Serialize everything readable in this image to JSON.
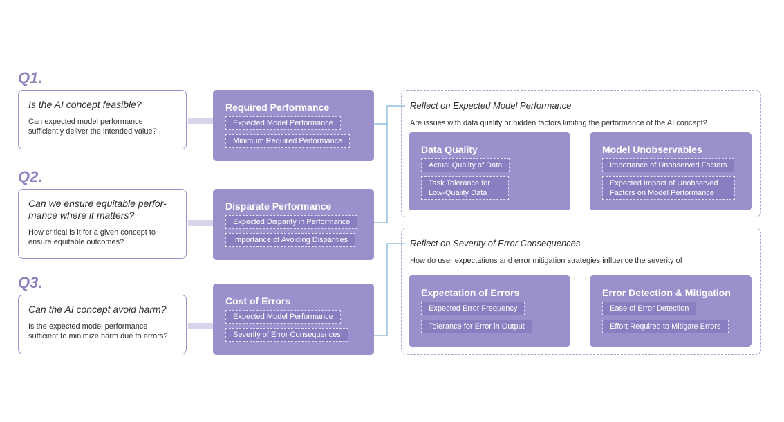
{
  "questions": [
    {
      "label": "Q1.",
      "question": "Is the AI concept feasible?",
      "description": "Can expected model performance sufficiently deliver the intended value?"
    },
    {
      "label": "Q2.",
      "question": "Can we ensure equitable perfor-mance where it matters?",
      "description": "How critical is it for a given concept to ensure equitable outcomes?"
    },
    {
      "label": "Q3.",
      "question": "Can the AI concept avoid harm?",
      "description": "Is the expected model performance sufficient to minimize harm due to errors?"
    }
  ],
  "performance_boxes": [
    {
      "title": "Required Performance",
      "tags": [
        "Expected Model Performance",
        "Minimum Required Performance"
      ]
    },
    {
      "title": "Disparate Performance",
      "tags": [
        "Expected Disparity in Performance",
        "Importance of Avoiding Disparities"
      ]
    },
    {
      "title": "Cost of Errors",
      "tags": [
        "Expected Model Performance",
        "Severity of Error Consequences"
      ]
    }
  ],
  "reflections": [
    {
      "title_prefix": "Reflect on ",
      "title_focus": "Expected Model Performance",
      "subtitle": "Are issues with data quality or hidden factors limiting the performance of the AI concept?",
      "boxes": [
        {
          "title": "Data Quality",
          "tags": [
            "Actual Quality of Data",
            "Task Tolerance for Low-Quality Data"
          ]
        },
        {
          "title": "Model Unobservables",
          "tags": [
            "Importance of Unobserved Factors",
            "Expected Impact of Unobserved Factors on Model Performance"
          ]
        }
      ]
    },
    {
      "title_prefix": "Reflect on ",
      "title_focus": "Severity of Error Consequences",
      "subtitle": "How do user expectations and error mitigation strategies influence the severity of",
      "boxes": [
        {
          "title": "Expectation of Errors",
          "tags": [
            "Expected Error Frequency",
            "Tolerance for Error in Output"
          ]
        },
        {
          "title": "Error Detection & Mitigation",
          "tags": [
            "Ease of Error Detection",
            "Effort Required to Mitigate Errors"
          ]
        }
      ]
    }
  ],
  "colors": {
    "accent": "#9c90cc",
    "tag": "#8a7dc0",
    "connector": "#7db4d6",
    "question_label": "#8a83bc"
  }
}
